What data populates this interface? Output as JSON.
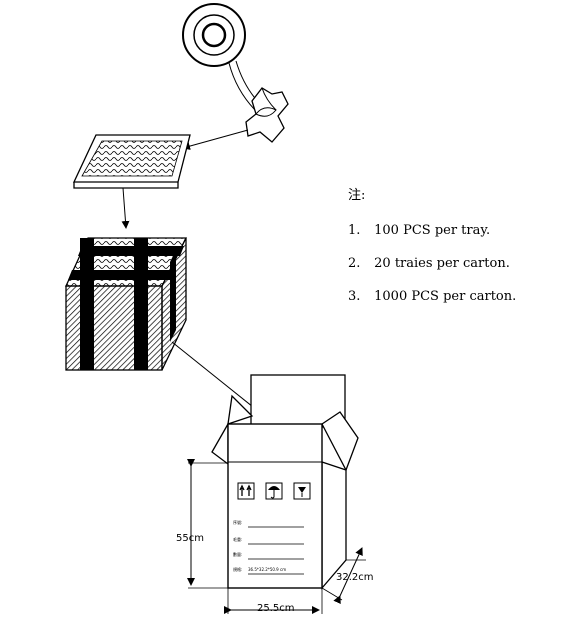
{
  "notes": {
    "title": "注:",
    "items": [
      {
        "num": "1.",
        "text": "100 PCS per tray."
      },
      {
        "num": "2.",
        "text": "20 traies per carton."
      },
      {
        "num": "3.",
        "text": "1000 PCS per carton."
      }
    ]
  },
  "dimensions": {
    "height": "55cm",
    "width": "25.5cm",
    "depth": "32.2cm"
  },
  "carton_label": {
    "fields": [
      "序號:",
      "毛重:",
      "數量:",
      "規格:"
    ],
    "spec_value": "36.5*32.2*50.9 cm"
  }
}
